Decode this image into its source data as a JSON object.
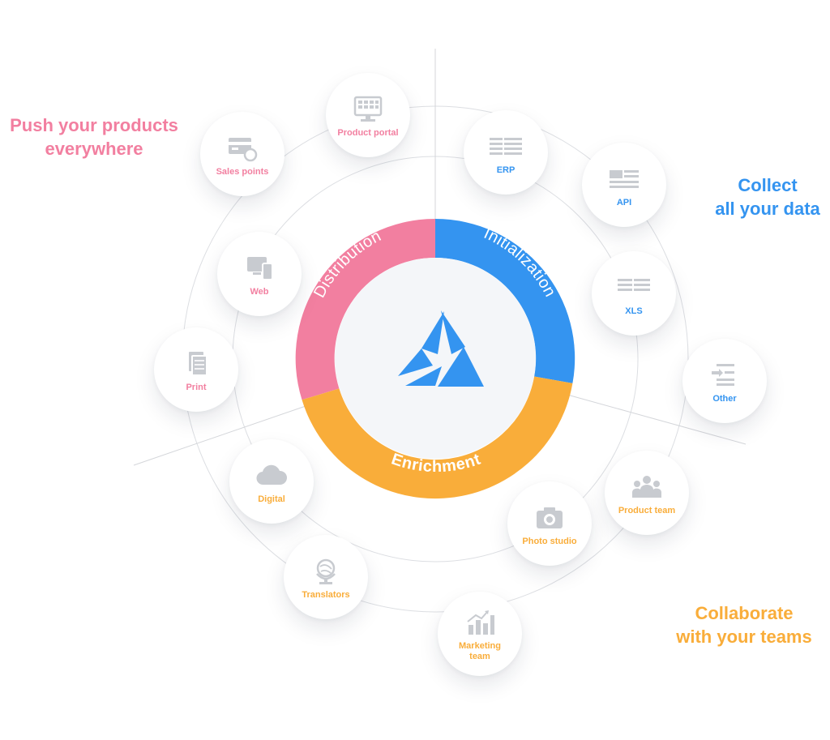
{
  "colors": {
    "distribution": "#f27fa0",
    "initialization": "#3494f0",
    "enrichment": "#f9ad3a",
    "icon_gray": "#c8cbd0",
    "ring_line": "#dcdee2",
    "center_fill": "#f4f6f9"
  },
  "captions": {
    "push": {
      "line1": "Push your products",
      "line2": "everywhere"
    },
    "collect": {
      "line1": "Collect",
      "line2": "all your data"
    },
    "collaborate": {
      "line1": "Collaborate",
      "line2": "with your teams"
    }
  },
  "ring": {
    "distribution": "Distribution",
    "initialization": "Initialization",
    "enrichment": "Enrichment"
  },
  "logo": {
    "icon": "triangle-arrow-logo-icon"
  },
  "nodes": {
    "product_portal": {
      "label": "Product portal",
      "icon": "grid-monitor-icon",
      "group": "distribution"
    },
    "sales_points": {
      "label": "Sales points",
      "icon": "card-terminal-icon",
      "group": "distribution"
    },
    "web": {
      "label": "Web",
      "icon": "devices-icon",
      "group": "distribution"
    },
    "print": {
      "label": "Print",
      "icon": "documents-icon",
      "group": "distribution"
    },
    "erp": {
      "label": "ERP",
      "icon": "table-rows-icon",
      "group": "initialization"
    },
    "api": {
      "label": "API",
      "icon": "api-list-icon",
      "group": "initialization"
    },
    "xls": {
      "label": "XLS",
      "icon": "spreadsheet-icon",
      "group": "initialization"
    },
    "other": {
      "label": "Other",
      "icon": "import-list-icon",
      "group": "initialization"
    },
    "digital": {
      "label": "Digital",
      "icon": "cloud-icon",
      "group": "enrichment"
    },
    "translators": {
      "label": "Translators",
      "icon": "globe-stand-icon",
      "group": "enrichment"
    },
    "marketing_team": {
      "label": "Marketing\nteam",
      "icon": "bar-chart-up-icon",
      "group": "enrichment"
    },
    "photo_studio": {
      "label": "Photo studio",
      "icon": "camera-icon",
      "group": "enrichment"
    },
    "product_team": {
      "label": "Product team",
      "icon": "people-group-icon",
      "group": "enrichment"
    }
  }
}
